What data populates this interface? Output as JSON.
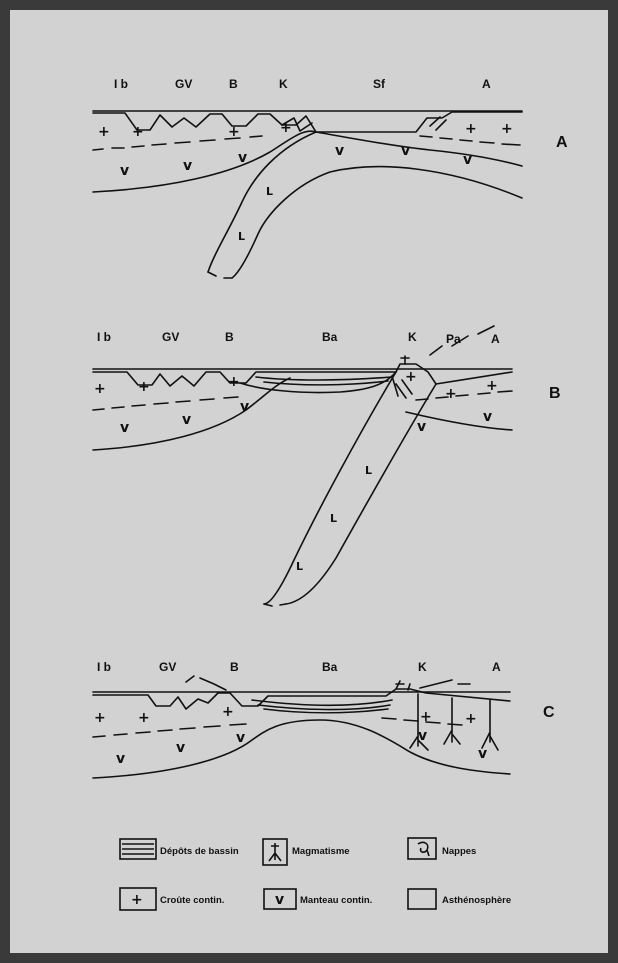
{
  "sections": [
    {
      "id": "A",
      "labels": [
        "I b",
        "GV",
        "B",
        "K",
        "Sf",
        "A"
      ]
    },
    {
      "id": "B",
      "labels": [
        "I b",
        "GV",
        "B",
        "Ba",
        "K",
        "Pa",
        "A"
      ]
    },
    {
      "id": "C",
      "labels": [
        "I b",
        "GV",
        "B",
        "Ba",
        "K",
        "A"
      ]
    }
  ],
  "legend": {
    "items": [
      {
        "label": "Dépôts de bassin",
        "icon": "basin-deposits-hatch"
      },
      {
        "label": "Magmatisme",
        "icon": "magmatism-icon"
      },
      {
        "label": "Nappes",
        "icon": "nappes-icon"
      },
      {
        "label": "Croûte contin.",
        "icon": "plus-icon"
      },
      {
        "label": "Manteau contin.",
        "icon": "v-icon"
      },
      {
        "label": "Asthénosphère",
        "icon": "empty-box"
      }
    ]
  },
  "colors": {
    "paper": "#d2d2d2",
    "ink": "#111111",
    "border": "#3a3a3a"
  }
}
